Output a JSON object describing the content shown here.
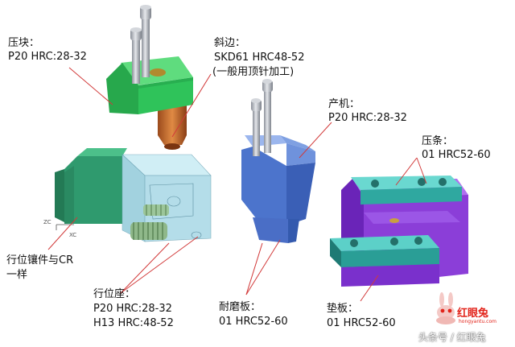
{
  "labels": {
    "press_block": {
      "title": "压块：",
      "spec": "P20  HRC:28-32"
    },
    "angled_edge": {
      "title": "斜边：",
      "spec": "SKD61  HRC48-52",
      "note": "(一般用顶针加工)"
    },
    "product_part": {
      "title": "产机：",
      "spec": "P20  HRC:28-32"
    },
    "press_strip": {
      "title": "压条：",
      "spec": "01  HRC52-60"
    },
    "slide_insert": {
      "line1": "行位镶件与CR",
      "line2": "一样"
    },
    "slide_seat": {
      "title": "行位座：",
      "spec1": "P20  HRC:28-32",
      "spec2": "H13  HRC:48-52"
    },
    "wear_plate": {
      "title": "耐磨板：",
      "spec": "01 HRC52-60"
    },
    "backing_plate": {
      "title": "垫板：",
      "spec": "01 HRC52-60"
    }
  },
  "axis_labels": {
    "z": "ZC",
    "x": "XC"
  },
  "watermark": {
    "brand": "红眼兔",
    "site": "hongyantu.com",
    "footer": "头条号 / 红眼兔"
  },
  "colors": {
    "press_block": "#2fc35a",
    "wear_plate": "#c86a2a",
    "slide_body": "#2f9a6e",
    "glass": "#a8d8e6",
    "spring": "#8fb88a",
    "product_block": "#5f86d8",
    "strip": "#3ab8b0",
    "backing": "#8b3ed8",
    "bolt": "#b8bcc4",
    "leader": "#d23a3a",
    "brand": "#e2231a"
  },
  "icons": [
    "bolt-icon",
    "spring-icon",
    "rabbit-logo-icon"
  ]
}
